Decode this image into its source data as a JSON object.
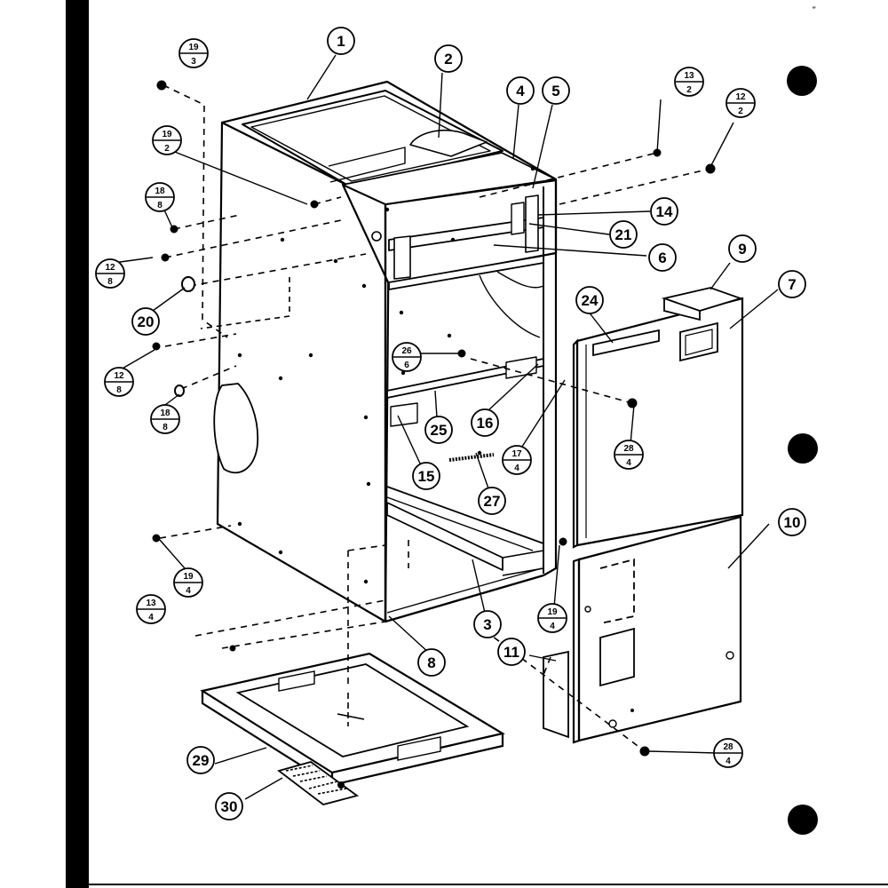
{
  "corner_mark": "‴",
  "callouts": [
    {
      "id": "c1",
      "label": "1"
    },
    {
      "id": "c2",
      "label": "2"
    },
    {
      "id": "c3",
      "label": "3"
    },
    {
      "id": "c4",
      "label": "4"
    },
    {
      "id": "c5",
      "label": "5"
    },
    {
      "id": "c6",
      "label": "6"
    },
    {
      "id": "c7",
      "label": "7"
    },
    {
      "id": "c8",
      "label": "8"
    },
    {
      "id": "c9",
      "label": "9"
    },
    {
      "id": "c10",
      "label": "10"
    },
    {
      "id": "c11",
      "label": "11"
    },
    {
      "id": "c14",
      "label": "14"
    },
    {
      "id": "c15",
      "label": "15"
    },
    {
      "id": "c16",
      "label": "16"
    },
    {
      "id": "c20",
      "label": "20"
    },
    {
      "id": "c21",
      "label": "21"
    },
    {
      "id": "c24",
      "label": "24"
    },
    {
      "id": "c25",
      "label": "25"
    },
    {
      "id": "c27",
      "label": "27"
    },
    {
      "id": "c29",
      "label": "29"
    },
    {
      "id": "c30",
      "label": "30"
    }
  ],
  "fraction_callouts": [
    {
      "id": "f19-3",
      "top": "19",
      "bottom": "3"
    },
    {
      "id": "f19-2",
      "top": "19",
      "bottom": "2"
    },
    {
      "id": "f18-8a",
      "top": "18",
      "bottom": "8"
    },
    {
      "id": "f12-8a",
      "top": "12",
      "bottom": "8"
    },
    {
      "id": "f12-8b",
      "top": "12",
      "bottom": "8"
    },
    {
      "id": "f18-8b",
      "top": "18",
      "bottom": "8"
    },
    {
      "id": "f13-2",
      "top": "13",
      "bottom": "2"
    },
    {
      "id": "f12-2",
      "top": "12",
      "bottom": "2"
    },
    {
      "id": "f26-6",
      "top": "26",
      "bottom": "6"
    },
    {
      "id": "f17-4",
      "top": "17",
      "bottom": "4"
    },
    {
      "id": "f28-4a",
      "top": "28",
      "bottom": "4"
    },
    {
      "id": "f19-4a",
      "top": "19",
      "bottom": "4"
    },
    {
      "id": "f13-4",
      "top": "13",
      "bottom": "4"
    },
    {
      "id": "f19-4b",
      "top": "19",
      "bottom": "4"
    },
    {
      "id": "f28-4b",
      "top": "28",
      "bottom": "4"
    }
  ]
}
